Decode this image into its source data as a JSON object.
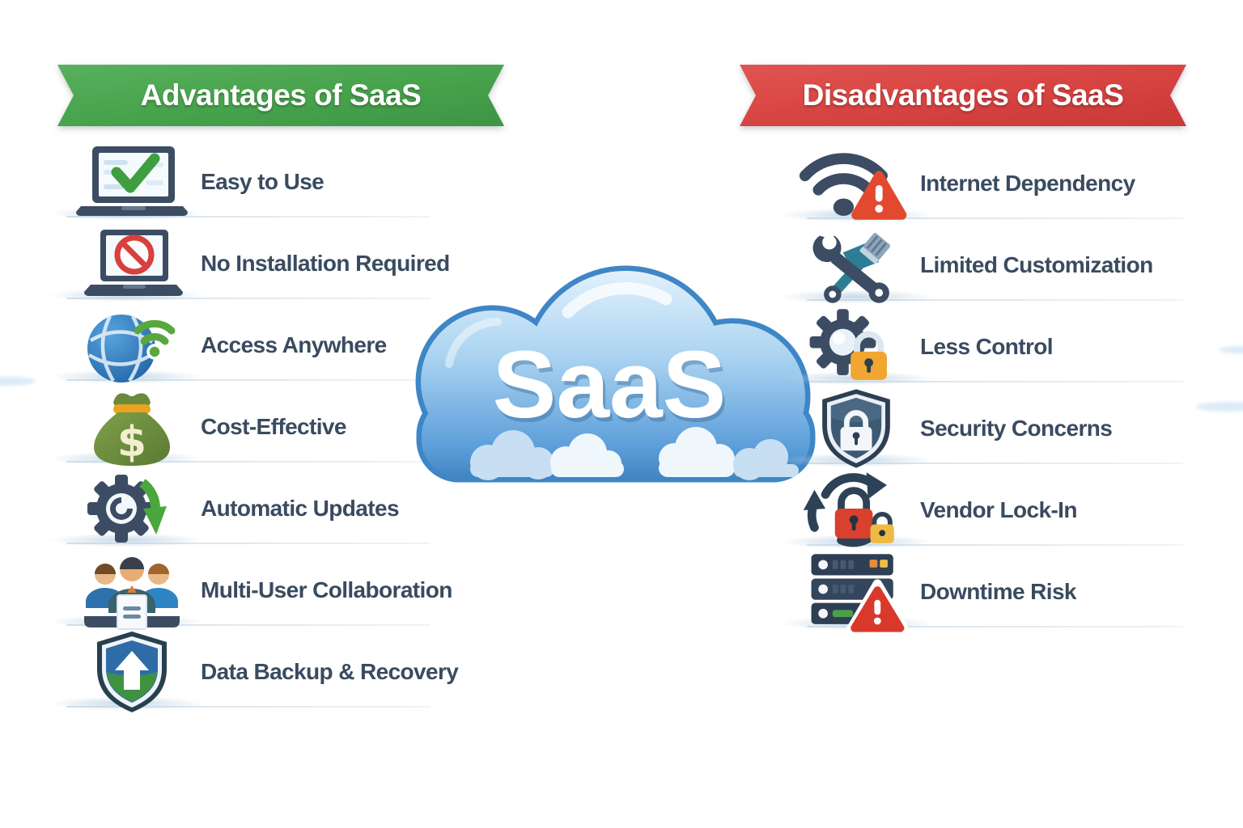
{
  "page": {
    "background": "#ffffff",
    "text_color": "#3a4b60",
    "divider_color": "#dde8f0"
  },
  "center": {
    "cloud_label": "SaaS",
    "cloud_border": "#3e86c6",
    "cloud_fill_top": "#e8f4fc",
    "cloud_fill_bottom": "#3a7fba"
  },
  "advantages": {
    "title": "Advantages of SaaS",
    "banner_color": "#47a24c",
    "items": [
      {
        "label": "Easy to Use",
        "icon": "laptop-check-icon"
      },
      {
        "label": "No Installation Required",
        "icon": "laptop-blocked-icon"
      },
      {
        "label": "Access Anywhere",
        "icon": "globe-wifi-icon"
      },
      {
        "label": "Cost-Effective",
        "icon": "money-bag-icon"
      },
      {
        "label": "Automatic Updates",
        "icon": "gear-refresh-icon"
      },
      {
        "label": "Multi-User Collaboration",
        "icon": "users-collaboration-icon"
      },
      {
        "label": "Data Backup & Recovery",
        "icon": "shield-up-arrow-icon"
      }
    ]
  },
  "disadvantages": {
    "title": "Disadvantages of SaaS",
    "banner_color": "#d64341",
    "items": [
      {
        "label": "Internet Dependency",
        "icon": "wifi-warning-icon"
      },
      {
        "label": "Limited Customization",
        "icon": "wrench-brush-icon"
      },
      {
        "label": "Less Control",
        "icon": "gear-lock-icon"
      },
      {
        "label": "Security Concerns",
        "icon": "shield-lock-icon"
      },
      {
        "label": "Vendor Lock-In",
        "icon": "sync-lock-icon"
      },
      {
        "label": "Downtime Risk",
        "icon": "server-warning-icon"
      }
    ]
  }
}
